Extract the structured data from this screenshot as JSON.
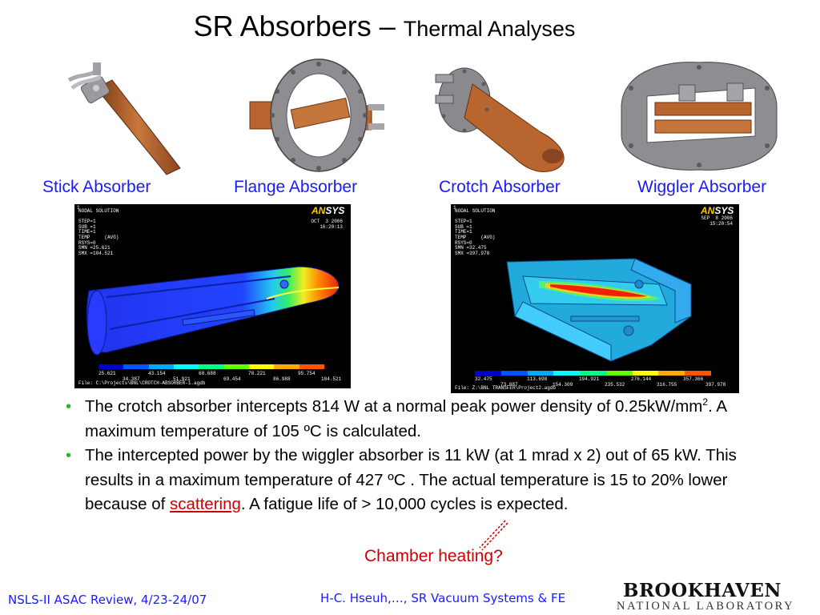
{
  "title": {
    "main": "SR Absorbers – ",
    "sub": "Thermal Analyses"
  },
  "absorbers": [
    {
      "label": "Stick Absorber"
    },
    {
      "label": "Flange Absorber"
    },
    {
      "label": "Crotch Absorber"
    },
    {
      "label": "Wiggler Absorber"
    }
  ],
  "ansys_plots": [
    {
      "logo_a": "AN",
      "logo_b": "SYS",
      "step": "1",
      "meta": "NODAL SOLUTION\n\nSTEP=1\nSUB =1\nTIME=1\nTEMP     (AVG)\nRSYS=0\nSMN =25.621\nSMX =104.521",
      "date": "OCT  3 2006\n16:20:13",
      "legend_top": [
        "25.621",
        "43.154",
        "60.688",
        "78.221",
        "95.754"
      ],
      "legend_bottom": [
        "34.387",
        "51.921",
        "69.454",
        "86.988",
        "104.521"
      ],
      "file": "File: C:\\Projects\\BNL\\CROTCH-ABSORBER-1.agdb"
    },
    {
      "logo_a": "AN",
      "logo_b": "SYS",
      "step": "1",
      "meta": "NODAL SOLUTION\n\nSTEP=1\nSUB =1\nTIME=1\nTEMP     (AVG)\nRSYS=0\nSMN =32.475\nSMX =397.978",
      "date": "SEP  8 2006\n15:20:54",
      "legend_top": [
        "32.475",
        "113.698",
        "194.921",
        "276.144",
        "357.366"
      ],
      "legend_bottom": [
        "73.087",
        "154.309",
        "235.532",
        "316.755",
        "397.978"
      ],
      "file": "File: Z:\\BNL TRANSFER\\Project2.agdb"
    }
  ],
  "bullets": {
    "b1_a": "The crotch absorber intercepts 814 W at a normal peak power density of 0.25kW/mm",
    "b1_sup": "2",
    "b1_b": ". A maximum temperature of 105 ºC is calculated.",
    "b2_a": "The intercepted power by the wiggler absorber is 11 kW (at 1 mrad x 2) out of 65 kW. This results in a maximum temperature of 427 ºC . The actual temperature is 15 to 20% lower because of ",
    "b2_link": "scattering",
    "b2_b": ". A fatigue life of > 10,000 cycles is expected."
  },
  "annotation": "Chamber heating?",
  "footer": {
    "left": "NSLS-II ASAC Review, 4/23-24/07",
    "mid": "H-C. Hseuh,…, SR Vacuum Systems & FE",
    "logo_top": "BROOKHAVEN",
    "logo_bottom": "NATIONAL LABORATORY"
  },
  "colors": {
    "caption": "#1a1aff",
    "bullet": "#22bb22",
    "link": "#cc0000",
    "copper": "#b8652f",
    "steel": "#8a8a8e"
  }
}
